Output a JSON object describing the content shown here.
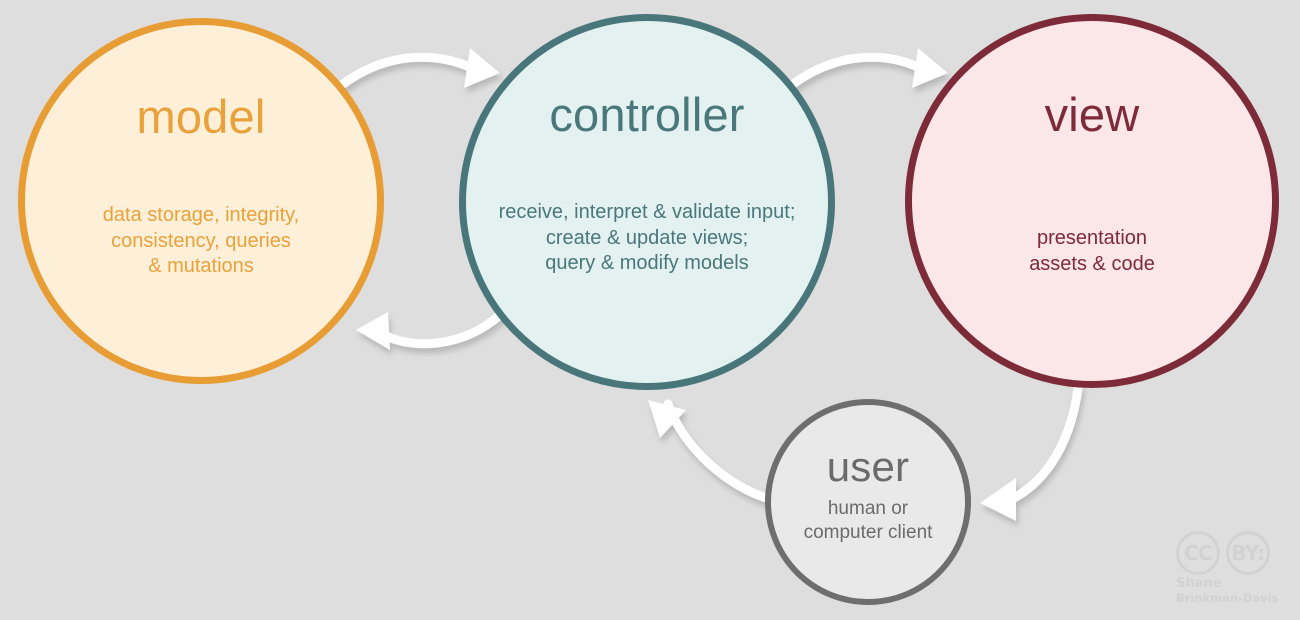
{
  "diagram": {
    "title": "Model View Controller (MVC) architecture diagram",
    "background_color": "#dedede",
    "arrow_color": "#ffffff"
  },
  "nodes": [
    {
      "id": "model",
      "title": "model",
      "description": "data storage, integrity,\nconsistency, queries\n& mutations",
      "desc_lines": [
        "data storage, integrity,",
        "consistency, queries",
        "& mutations"
      ],
      "fill": "#fdefd8",
      "stroke": "#e79c34",
      "text_color": "#e9a13a"
    },
    {
      "id": "controller",
      "title": "controller",
      "description": "receive, interpret & validate input;\ncreate & update views;\nquery & modify models",
      "desc_lines": [
        "receive, interpret & validate input;",
        "create & update views;",
        "query & modify models"
      ],
      "fill": "#e3f2f0",
      "stroke": "#49767a",
      "text_color": "#4a777b"
    },
    {
      "id": "view",
      "title": "view",
      "description": "presentation\nassets & code",
      "desc_lines": [
        "presentation",
        "assets & code"
      ],
      "fill": "#fbe6e8",
      "stroke": "#7d2b38",
      "text_color": "#7d2b38"
    },
    {
      "id": "user",
      "title": "user",
      "description": "human or\ncomputer client",
      "desc_lines": [
        "human or",
        "computer client"
      ],
      "fill": "#e9e9e9",
      "stroke": "#6e6e6e",
      "text_color": "#6b6b6b"
    }
  ],
  "arrows": [
    {
      "id": "model-to-controller",
      "from": "model",
      "to": "controller",
      "label": ""
    },
    {
      "id": "controller-to-model",
      "from": "controller",
      "to": "model",
      "label": ""
    },
    {
      "id": "controller-to-view",
      "from": "controller",
      "to": "view",
      "label": ""
    },
    {
      "id": "view-to-user",
      "from": "view",
      "to": "user",
      "label": ""
    },
    {
      "id": "user-to-controller",
      "from": "user",
      "to": "controller",
      "label": ""
    }
  ],
  "license": {
    "cc_mark": "CC",
    "by_mark": "BY:",
    "author_line1": "Shane",
    "author_line2": "Brinkman-Davis"
  }
}
